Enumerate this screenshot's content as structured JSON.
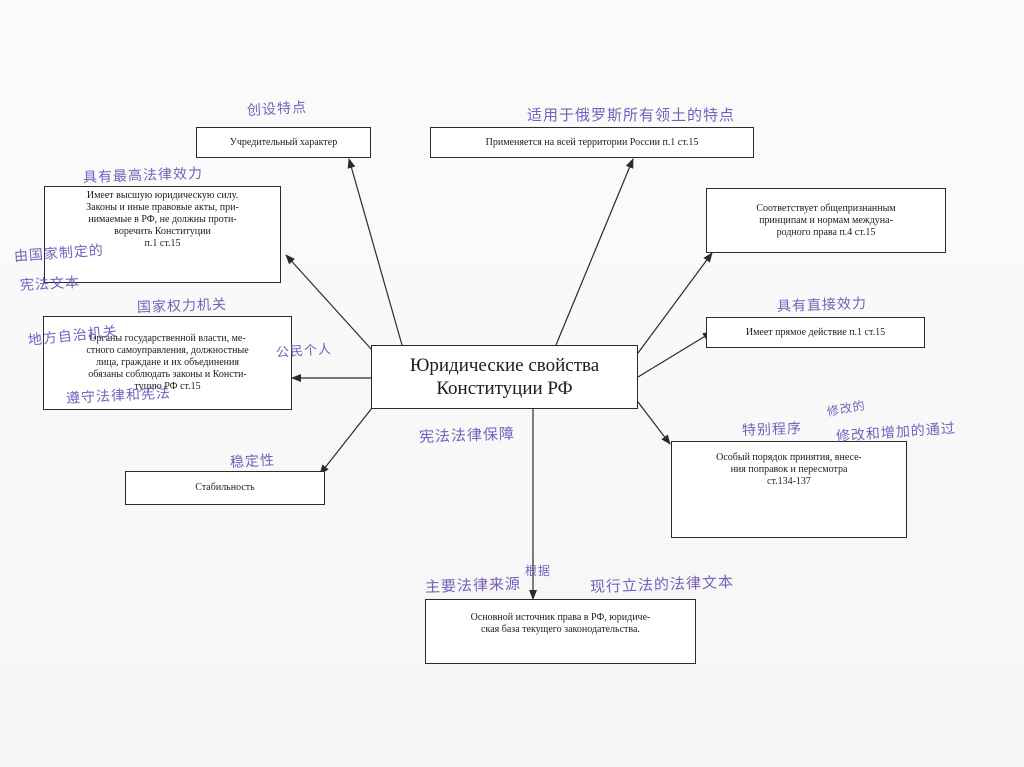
{
  "diagram": {
    "central": "Юридические свойства\nКонституции РФ",
    "properties": [
      {
        "id": "founding",
        "text": "Учредительный характер"
      },
      {
        "id": "territory",
        "text": "Применяется на всей территории  России п.1 ст.15"
      },
      {
        "id": "supreme",
        "text": "Имеет высшую юридическую силу.\nЗаконы и иные правовые акты, при-\nнимаемые в РФ, не должны проти-\nворечить Конституции\nп.1 ст.15"
      },
      {
        "id": "international",
        "text": "Соответствует общепризнанным\nпринципам и нормам междуна-\nродного права п.4 ст.15"
      },
      {
        "id": "bodies",
        "text": "Органы государственной власти, ме-\nстного самоуправления, должностные\nлица, граждане и их объединения\nобязаны соблюдать законы и Консти-\nтуцию РФ ст.15"
      },
      {
        "id": "direct",
        "text": "Имеет прямое действие п.1 ст.15"
      },
      {
        "id": "stability",
        "text": "Стабильность"
      },
      {
        "id": "amend",
        "text": "Особый порядок принятия, внесе-\nния поправок и пересмотра\nст.134-137"
      },
      {
        "id": "source",
        "text": "Основной источник права в РФ, юридиче-\nская база текущего законодательства."
      }
    ]
  },
  "annotations": [
    {
      "id": "founding",
      "text": "创设特点"
    },
    {
      "id": "territory",
      "text": "适用于俄罗斯所有领土的特点"
    },
    {
      "id": "supreme",
      "text": "具有最高法律效力"
    },
    {
      "id": "supreme2a",
      "text": "由国家制定的"
    },
    {
      "id": "supreme2b",
      "text": "宪法文本"
    },
    {
      "id": "bodies1",
      "text": "国家权力机关"
    },
    {
      "id": "bodies2",
      "text": "地方自治机关"
    },
    {
      "id": "bodies3",
      "text": "公民个人"
    },
    {
      "id": "bodies4",
      "text": "遵守法律和宪法"
    },
    {
      "id": "direct",
      "text": "具有直接效力"
    },
    {
      "id": "center",
      "text": "宪法法律保障"
    },
    {
      "id": "stability",
      "text": "稳定性"
    },
    {
      "id": "amend1",
      "text": "特别程序"
    },
    {
      "id": "amend2",
      "text": "修改的"
    },
    {
      "id": "amend3",
      "text": "修改和增加的通过"
    },
    {
      "id": "source1",
      "text": "主要法律来源"
    },
    {
      "id": "source1b",
      "text": "根据"
    },
    {
      "id": "source2",
      "text": "现行立法的法律文本"
    }
  ],
  "colors": {
    "ink": "#6a4fb3",
    "line": "#2b2b2b"
  }
}
